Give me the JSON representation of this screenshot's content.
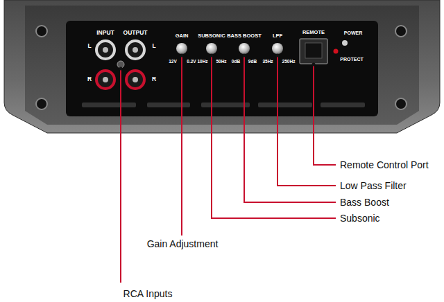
{
  "diagram": {
    "labels": [
      "INPUT",
      "OUTPUT",
      "L",
      "L",
      "R",
      "R",
      "GAIN",
      "12V",
      "0.2V",
      "SUBSONIC",
      "10Hz",
      "50Hz",
      "BASS BOOST",
      "0dB",
      "9dB",
      "LPF",
      "35Hz",
      "250Hz",
      "REMOTE",
      "POWER",
      "PROTECT",
      "Remote Control Port",
      "Low Pass Filter",
      "Bass Boost",
      "Subsonic",
      "Gain Adjustment",
      "RCA Inputs"
    ]
  }
}
